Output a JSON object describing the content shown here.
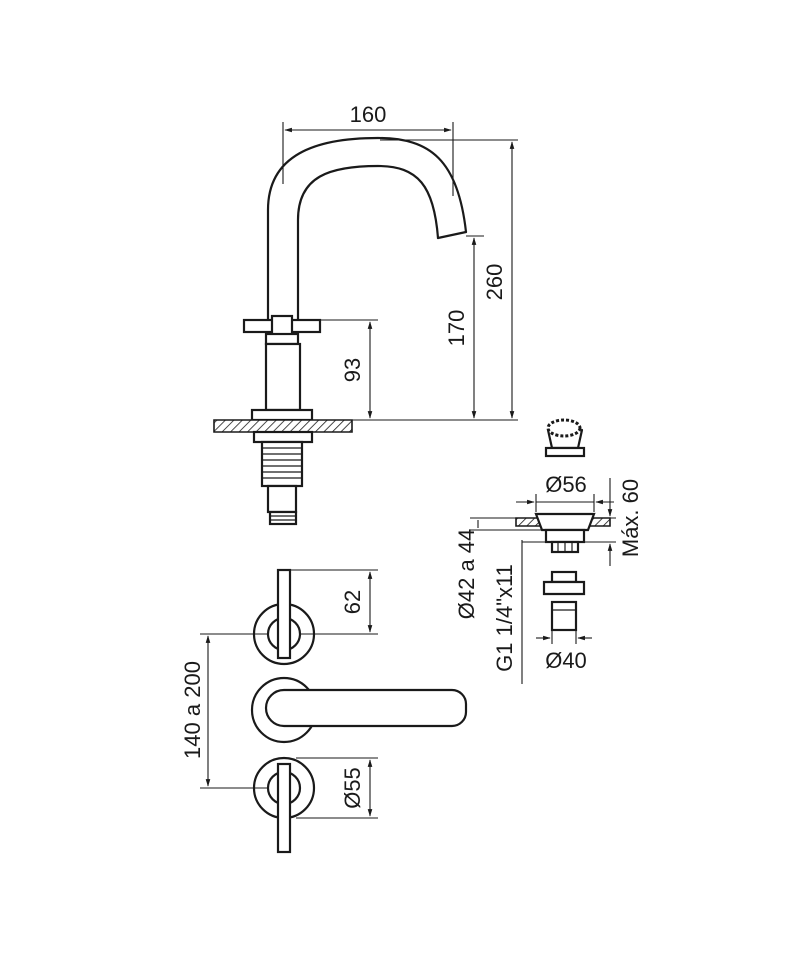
{
  "dimensions": {
    "spout_reach": "160",
    "total_height": "260",
    "spout_height": "170",
    "handle_height": "93",
    "drain_diameter": "Ø56",
    "drain_max": "Máx. 60",
    "drain_range": "Ø42 a 44",
    "thread": "G1 1/4\"x11",
    "drain_tail": "Ø40",
    "handle_len": "62",
    "spacing": "140 a 200",
    "rosette": "Ø55"
  }
}
